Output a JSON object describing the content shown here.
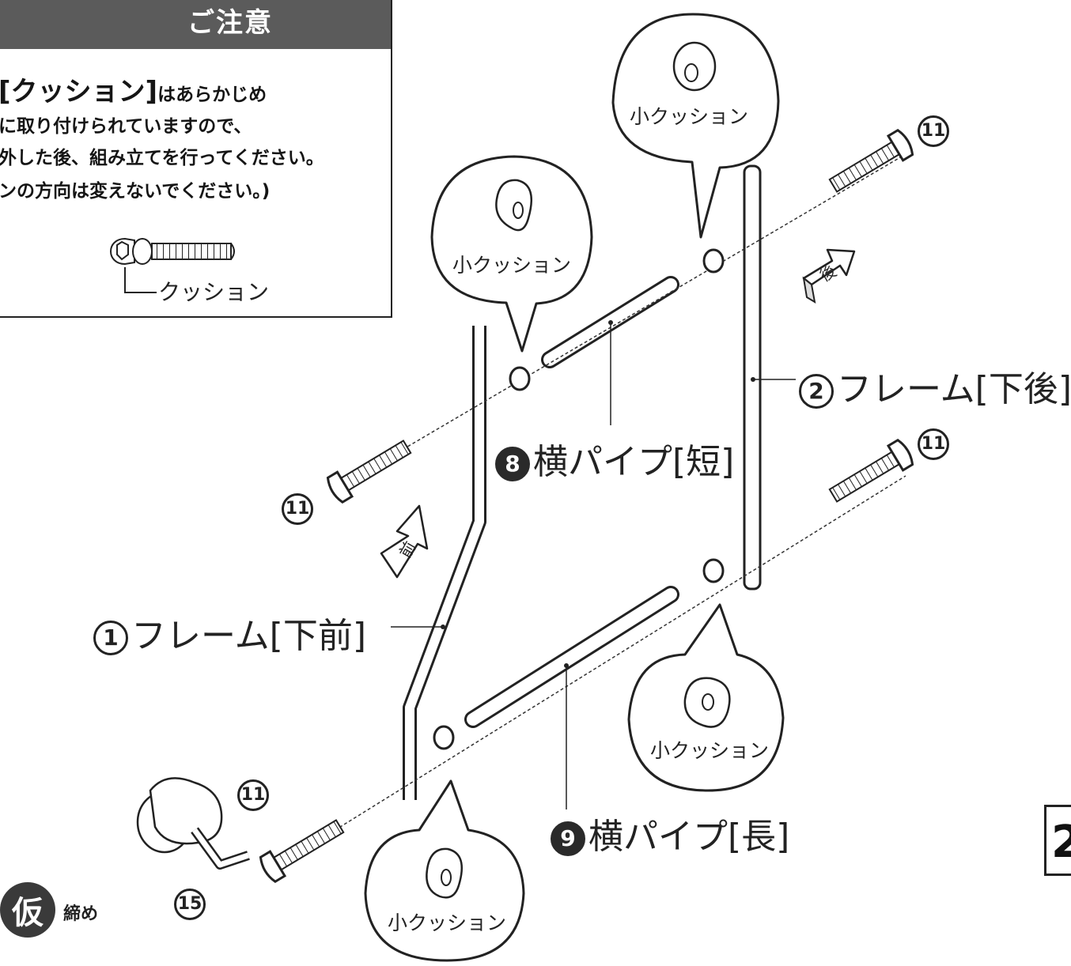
{
  "notice": {
    "title": "ご注意",
    "line1_big": "[クッション]",
    "line1_rest": "はあらかじめ",
    "line2": "に取り付けられていますので、",
    "line3": "外した後、組み立てを行ってください。",
    "line4": "ンの方向は変えないでください。)",
    "cushion_label": "クッション"
  },
  "bubbles": {
    "small_cushion": "小クッション"
  },
  "parts": {
    "p1": {
      "num": "1",
      "name": "フレーム[下前]"
    },
    "p2": {
      "num": "2",
      "name": "フレーム[下後]"
    },
    "p8": {
      "num": "8",
      "name": "横パイプ[短]"
    },
    "p9": {
      "num": "9",
      "name": "横パイプ[長]"
    },
    "p11": {
      "num": "11"
    },
    "p15": {
      "num": "15"
    }
  },
  "directions": {
    "front": "前",
    "back": "後"
  },
  "tighten": {
    "badge": "仮",
    "text": "締め"
  },
  "page_number": "2"
}
